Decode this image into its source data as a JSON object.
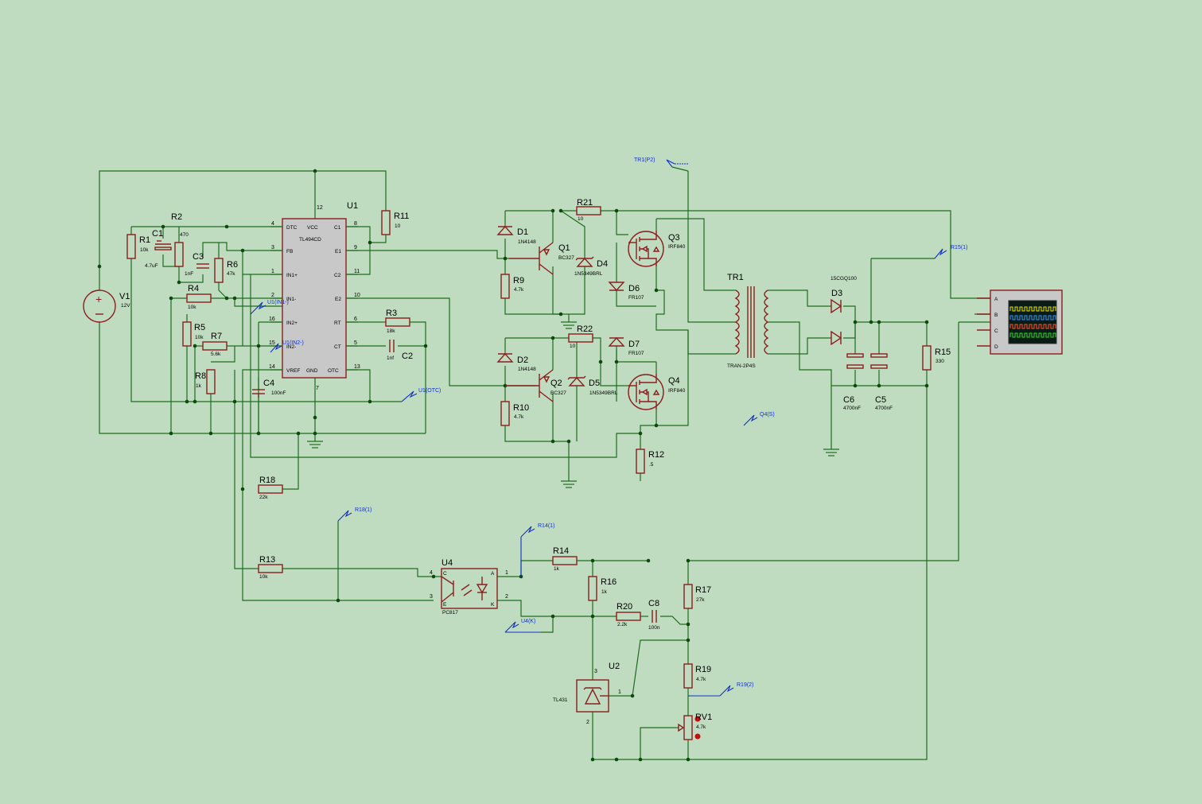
{
  "components": {
    "v1": {
      "ref": "V1",
      "value": "12V"
    },
    "r1": {
      "ref": "R1",
      "value": "10k"
    },
    "c1": {
      "ref": "C1",
      "value": "4.7uF"
    },
    "r2": {
      "ref": "R2",
      "value": "470"
    },
    "c3": {
      "ref": "C3",
      "value": "1nF"
    },
    "r6": {
      "ref": "R6",
      "value": "47k"
    },
    "r4": {
      "ref": "R4",
      "value": "10k"
    },
    "r5": {
      "ref": "R5",
      "value": "10k"
    },
    "r7": {
      "ref": "R7",
      "value": "5.6k"
    },
    "r8": {
      "ref": "R8",
      "value": "1k"
    },
    "c4": {
      "ref": "C4",
      "value": "100nF"
    },
    "u1": {
      "ref": "U1",
      "value": "TL494CD"
    },
    "r11": {
      "ref": "R11",
      "value": "10"
    },
    "r3": {
      "ref": "R3",
      "value": "18k"
    },
    "c2": {
      "ref": "C2",
      "value": "1nf"
    },
    "r18": {
      "ref": "R18",
      "value": "22k"
    },
    "r13": {
      "ref": "R13",
      "value": "10k"
    },
    "d1": {
      "ref": "D1",
      "value": "1N4148"
    },
    "d2": {
      "ref": "D2",
      "value": "1N4148"
    },
    "q1": {
      "ref": "Q1",
      "value": "BC327"
    },
    "q2": {
      "ref": "Q2",
      "value": "BC327"
    },
    "r9": {
      "ref": "R9",
      "value": "4.7k"
    },
    "r10": {
      "ref": "R10",
      "value": "4.7k"
    },
    "d4": {
      "ref": "D4",
      "value": "1N5349BRL"
    },
    "d5": {
      "ref": "D5",
      "value": "1N5349BRL"
    },
    "r21": {
      "ref": "R21",
      "value": "10"
    },
    "r22": {
      "ref": "R22",
      "value": "10"
    },
    "d6": {
      "ref": "D6",
      "value": "FR107"
    },
    "d7": {
      "ref": "D7",
      "value": "FR107"
    },
    "q3": {
      "ref": "Q3",
      "value": "IRF840"
    },
    "q4": {
      "ref": "Q4",
      "value": "IRF840"
    },
    "r12": {
      "ref": "R12",
      "value": ".5"
    },
    "tr1": {
      "ref": "TR1",
      "value": "TRAN-2P4S"
    },
    "d3": {
      "ref": "D3",
      "value": "15CGQ100"
    },
    "c6": {
      "ref": "C6",
      "value": "4700nF"
    },
    "c5": {
      "ref": "C5",
      "value": "4700nF"
    },
    "r15": {
      "ref": "R15",
      "value": "330"
    },
    "u4": {
      "ref": "U4",
      "value": "PC817"
    },
    "r14": {
      "ref": "R14",
      "value": "1k"
    },
    "r16": {
      "ref": "R16",
      "value": "1k"
    },
    "r17": {
      "ref": "R17",
      "value": "27k"
    },
    "r20": {
      "ref": "R20",
      "value": "2.2k"
    },
    "c8": {
      "ref": "C8",
      "value": "100n"
    },
    "u2": {
      "ref": "U2",
      "value": "TL431"
    },
    "r19": {
      "ref": "R19",
      "value": "4.7k"
    },
    "rv1": {
      "ref": "RV1",
      "value": "4.7k"
    }
  },
  "u1_pins": {
    "left": [
      {
        "num": "4",
        "name": "DTC"
      },
      {
        "num": "3",
        "name": "FB"
      },
      {
        "num": "1",
        "name": "IN1+"
      },
      {
        "num": "2",
        "name": "IN1-"
      },
      {
        "num": "16",
        "name": "IN2+"
      },
      {
        "num": "15",
        "name": "IN2-"
      },
      {
        "num": "14",
        "name": "VREF"
      }
    ],
    "right": [
      {
        "num": "8",
        "name": "C1"
      },
      {
        "num": "9",
        "name": "E1"
      },
      {
        "num": "11",
        "name": "C2"
      },
      {
        "num": "10",
        "name": "E2"
      },
      {
        "num": "6",
        "name": "RT"
      },
      {
        "num": "5",
        "name": "CT"
      },
      {
        "num": "13",
        "name": "OTC"
      }
    ],
    "top": [
      {
        "num": "12",
        "name": "VCC"
      }
    ],
    "bottom": [
      {
        "num": "7",
        "name": "GND"
      }
    ]
  },
  "probes": {
    "tr1_p2": "TR1(P2)",
    "r15_1": "R15(1)",
    "u1_in1": "U1(IN1-)",
    "u1_in2": "U1(IN2-)",
    "u1_otc": "U1(OTC)",
    "q4_s": "Q4(S)",
    "r18_1": "R18(1)",
    "r14_1": "R14(1)",
    "u4_k": "U4(K)",
    "r19_2": "R19(2)"
  },
  "oscilloscope": {
    "channels": [
      "A",
      "B",
      "C",
      "D"
    ],
    "trace_colors": [
      "#e8e800",
      "#2a9cff",
      "#ff5a28",
      "#28e028"
    ]
  },
  "pins": {
    "u4_1": "1",
    "u4_2": "2",
    "u4_3": "3",
    "u4_4": "4",
    "u4_a": "A",
    "u4_k": "K",
    "u4_c": "C",
    "u4_e": "E",
    "u2_1": "1",
    "u2_2": "2",
    "u2_3": "3"
  }
}
